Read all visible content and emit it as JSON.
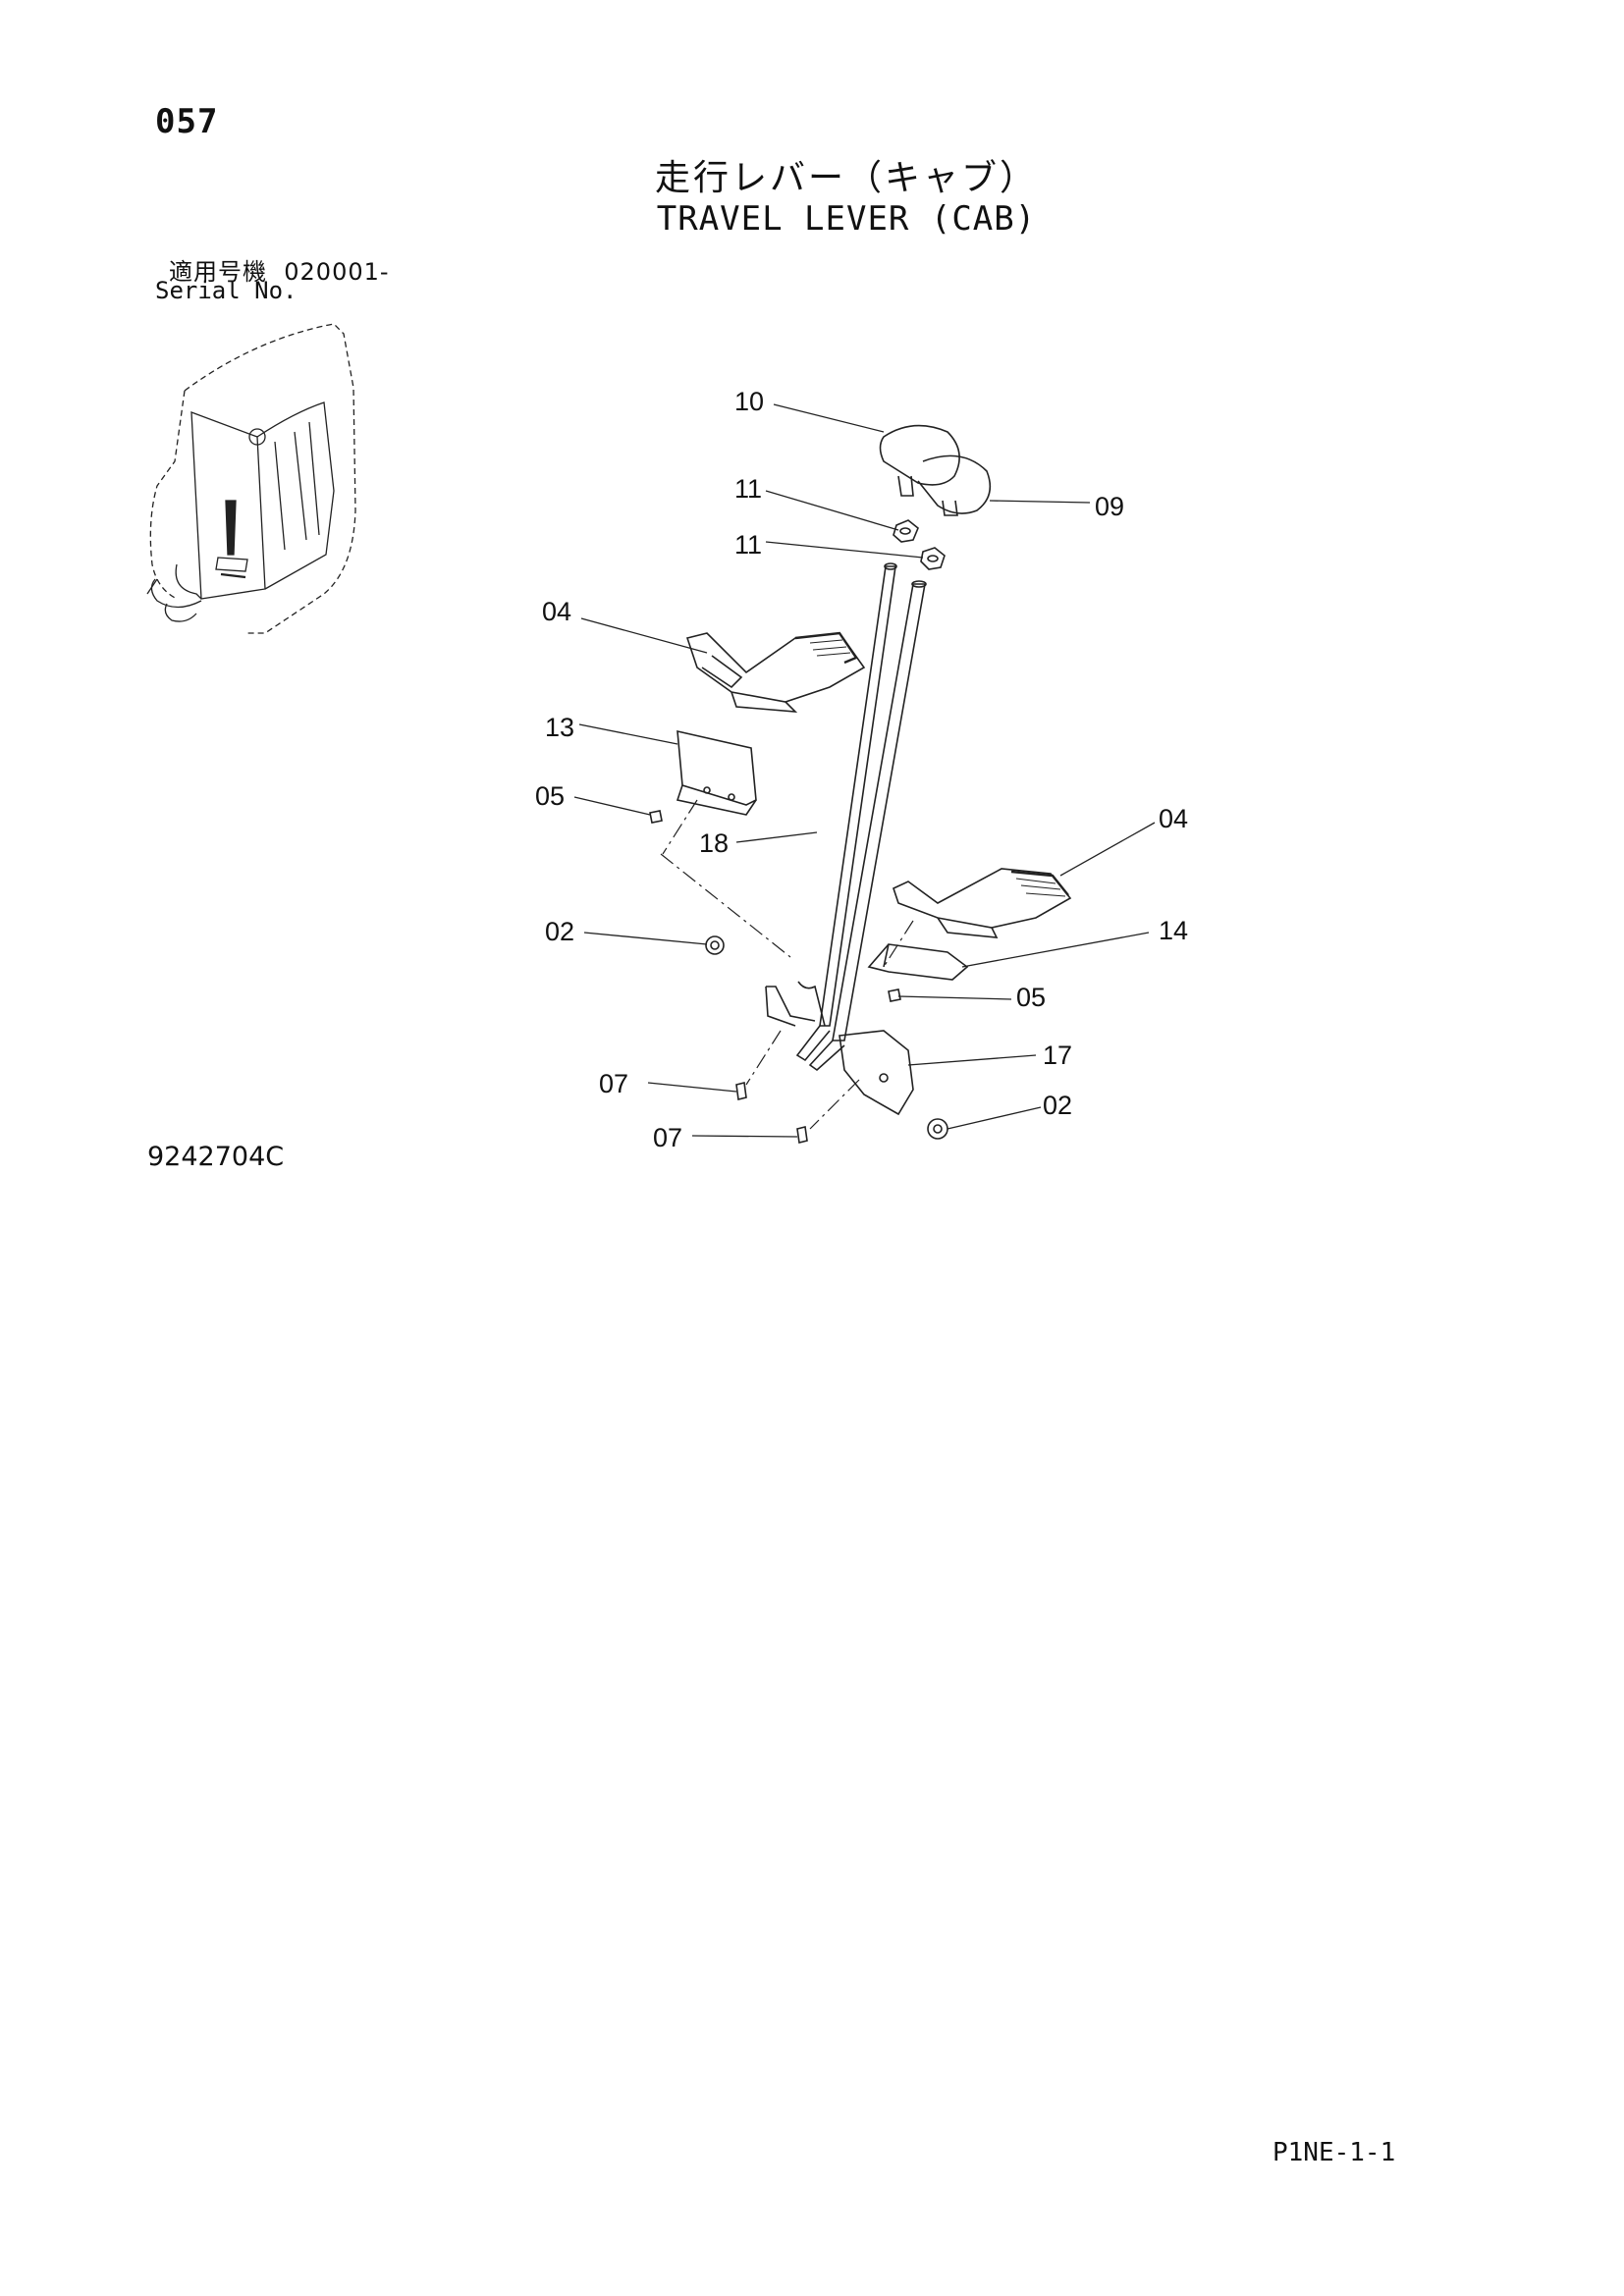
{
  "header": {
    "page_number": "057",
    "title_jp": "走行レバー（キャブ）",
    "title_en": "TRAVEL LEVER (CAB)",
    "serial_label_jp": "適用号機",
    "serial_value": "020001-",
    "serial_label_en": "Serial No."
  },
  "drawing": {
    "drawing_number": "9242704C",
    "callouts": [
      "10",
      "11",
      "11",
      "09",
      "04",
      "13",
      "05",
      "18",
      "04",
      "02",
      "14",
      "05",
      "17",
      "07",
      "02",
      "07"
    ]
  },
  "footer": {
    "page_code": "P1NE-1-1"
  }
}
